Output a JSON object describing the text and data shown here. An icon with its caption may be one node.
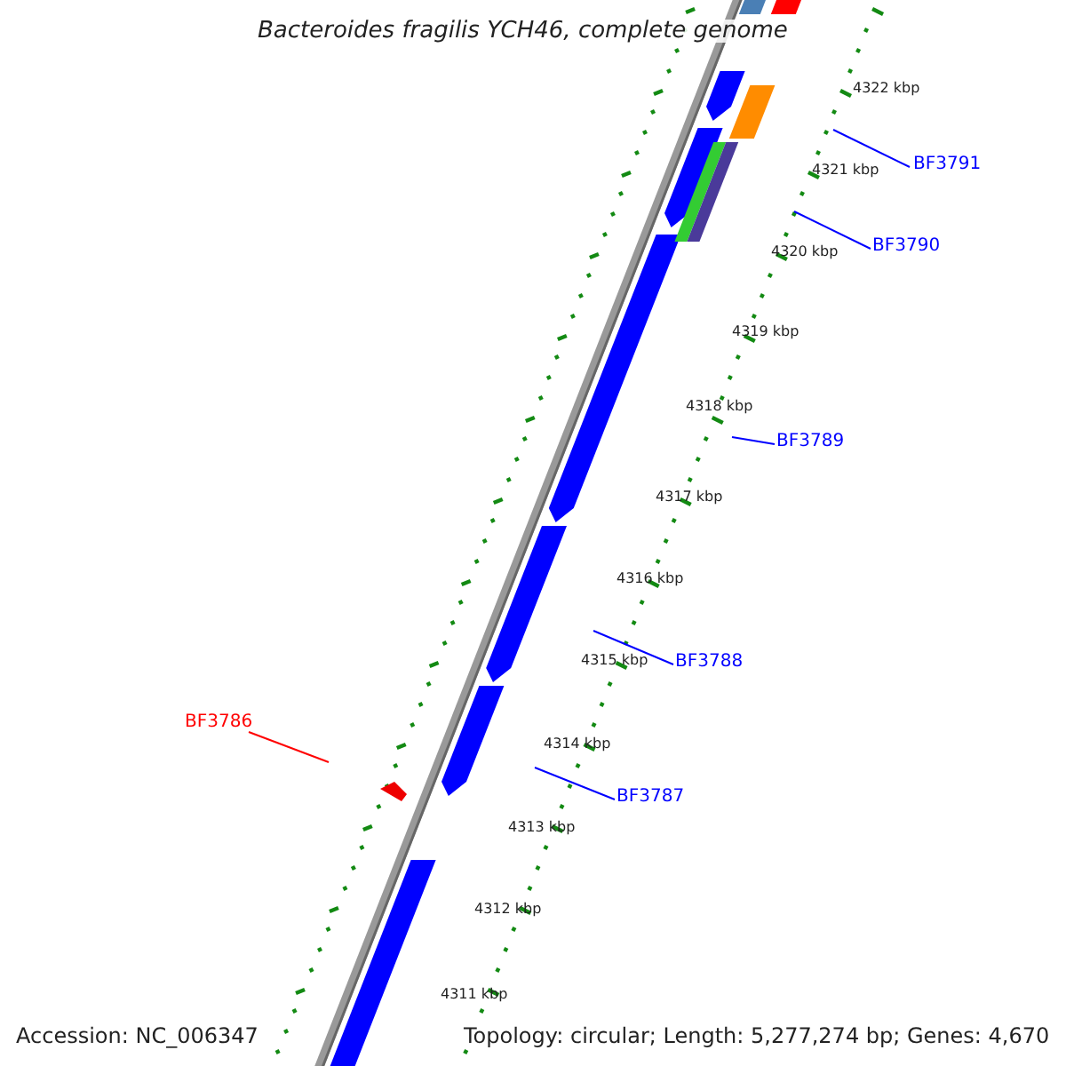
{
  "diagram": {
    "title": "Bacteroides fragilis YCH46, complete genome",
    "nodes": [
      {
        "text": [
          "BF3791"
        ]
      },
      {
        "text": [
          "BF3790"
        ]
      },
      {
        "text": [
          "BF3789"
        ]
      },
      {
        "text": [
          "BF3788"
        ]
      },
      {
        "text": [
          "BF3787"
        ]
      },
      {
        "text": [
          "BF3786"
        ]
      }
    ],
    "edges": [
      {
        "from": 0,
        "to": null,
        "arrow": "none"
      },
      {
        "from": 1,
        "to": null,
        "arrow": "none"
      },
      {
        "from": 2,
        "to": null,
        "arrow": "none"
      },
      {
        "from": 3,
        "to": null,
        "arrow": "none"
      },
      {
        "from": 4,
        "to": null,
        "arrow": "none"
      },
      {
        "from": 5,
        "to": null,
        "arrow": "none",
        "color": "#ff0000"
      }
    ],
    "labels": [
      "4322 kbp",
      "4321 kbp",
      "4320 kbp",
      "4319 kbp",
      "4318 kbp",
      "4317 kbp",
      "4316 kbp",
      "4315 kbp",
      "4314 kbp",
      "4313 kbp",
      "4312 kbp",
      "4311 kbp",
      "Accession: NC_006347",
      "Topology: circular; Length: 5,277,274 bp; Genes: 4,670"
    ]
  }
}
